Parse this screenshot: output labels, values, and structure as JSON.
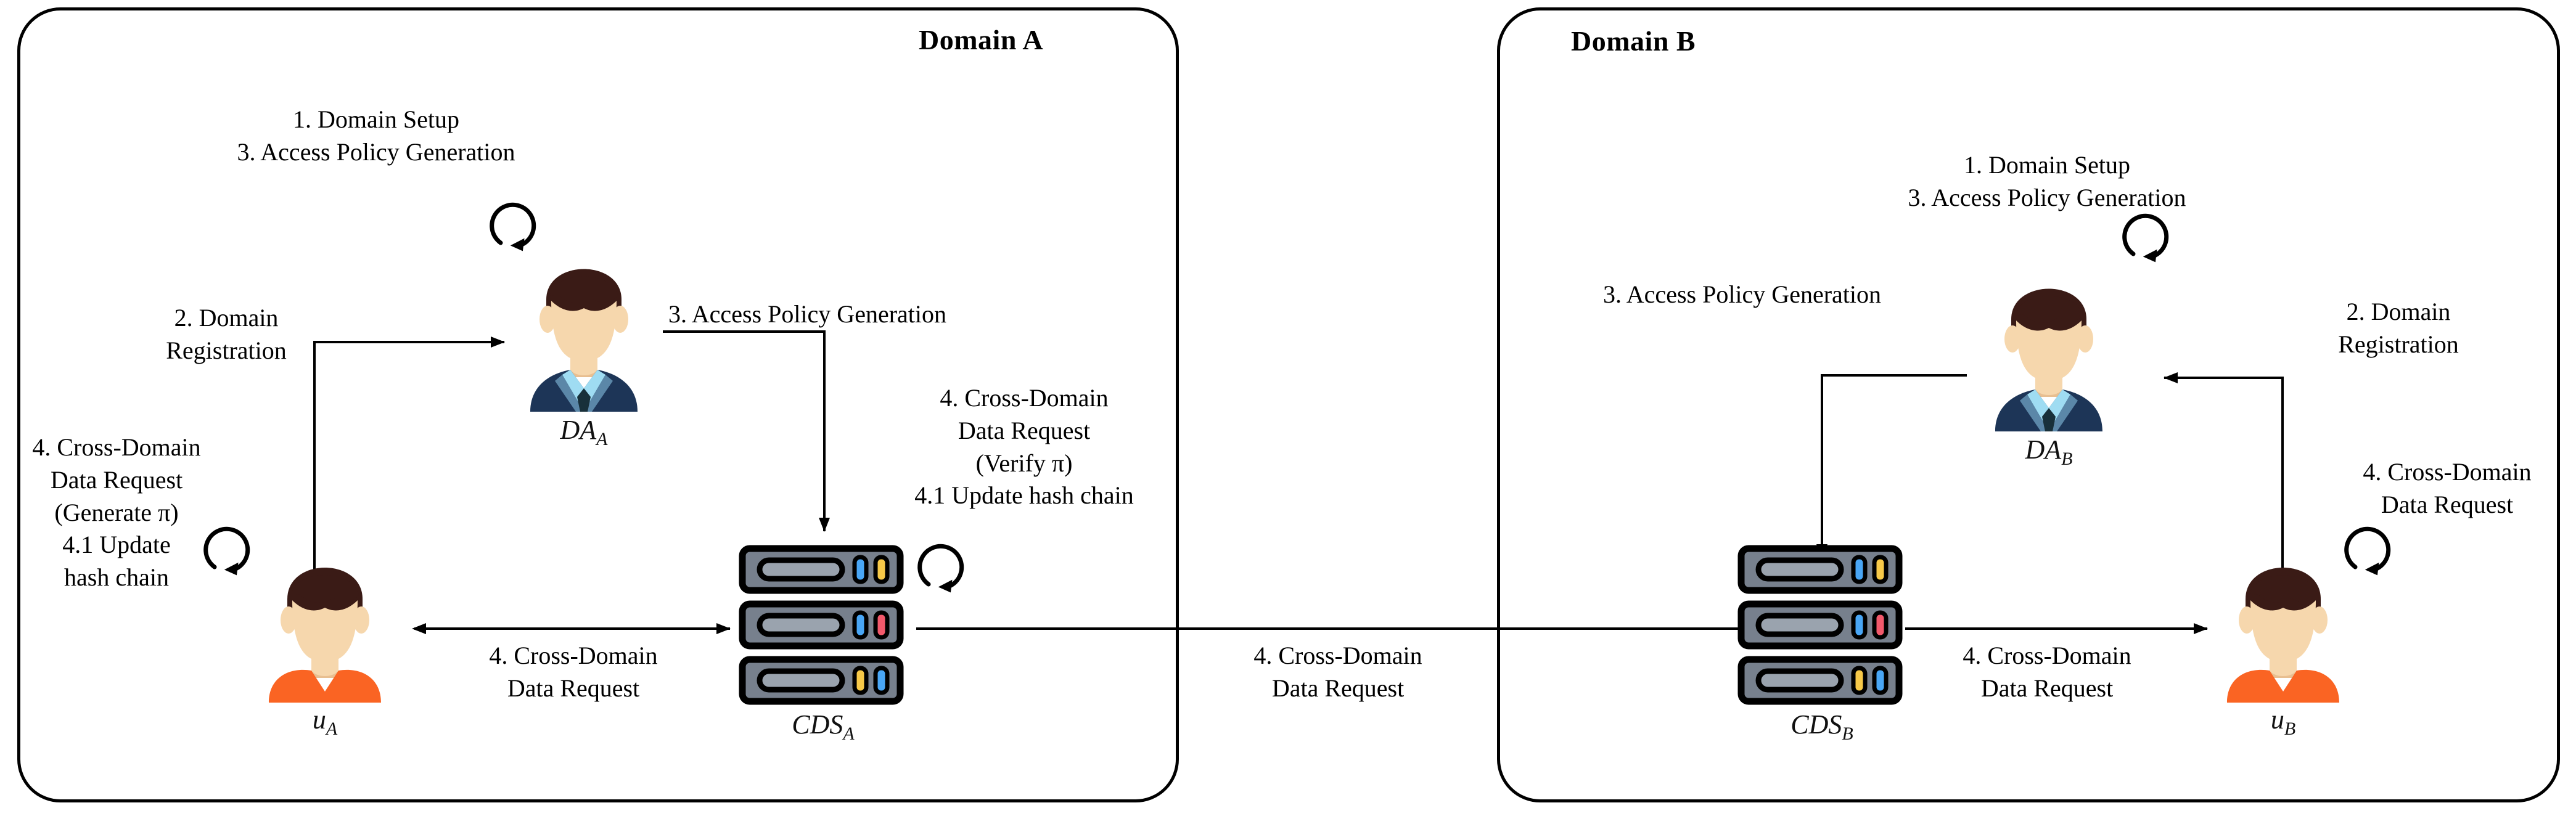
{
  "diagram": {
    "title_a": "Domain A",
    "title_b": "Domain B",
    "colors": {
      "border": "#000000",
      "user_shirt": "#fa6423",
      "agent_suit": "#1d3557",
      "agent_shirt": "#9fdcf2",
      "hair": "#3a1b16",
      "skin": "#f6d7ad",
      "server_body": "#77808d",
      "led_blue": "#49a6f5",
      "led_yellow": "#f7c948",
      "led_red": "#f2596b"
    }
  },
  "domain_a": {
    "nodes": {
      "da": {
        "caption": "DA",
        "sub": "A",
        "icon": "businessman-icon"
      },
      "user": {
        "caption": "u",
        "sub": "A",
        "icon": "user-icon"
      },
      "cds": {
        "caption": "CDS",
        "sub": "A",
        "icon": "server-icon"
      }
    },
    "labels": {
      "da_self": "1. Domain Setup\n3. Access Policy Generation",
      "registration": "2. Domain\nRegistration",
      "policy_to_cds": "3. Access Policy Generation",
      "user_self": "4. Cross-Domain\nData Request\n(Generate π)\n4.1 Update\nhash chain",
      "cds_self": "4. Cross-Domain\nData Request\n(Verify π)\n4.1 Update hash chain",
      "user_cds": "4. Cross-Domain\nData Request"
    }
  },
  "domain_b": {
    "nodes": {
      "da": {
        "caption": "DA",
        "sub": "B",
        "icon": "businessman-icon"
      },
      "user": {
        "caption": "u",
        "sub": "B",
        "icon": "user-icon"
      },
      "cds": {
        "caption": "CDS",
        "sub": "B",
        "icon": "server-icon"
      }
    },
    "labels": {
      "da_self": "1. Domain Setup\n3. Access Policy Generation",
      "policy_to_cds": "3. Access Policy Generation",
      "registration": "2. Domain\nRegistration",
      "user_self": "4. Cross-Domain\nData Request",
      "cds_user": "4. Cross-Domain\nData Request"
    }
  },
  "interdomain": {
    "label": "4. Cross-Domain\nData Request"
  }
}
